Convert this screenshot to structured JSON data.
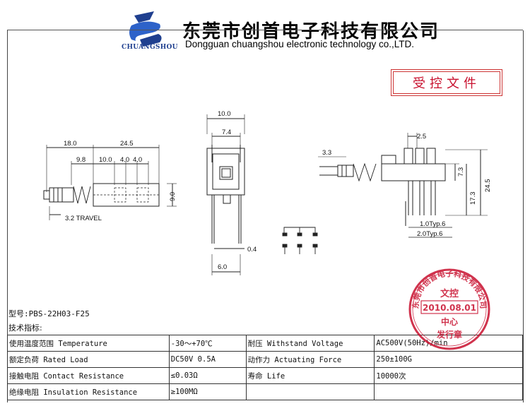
{
  "header": {
    "logo_text": "CHUANGSHOU",
    "company_cn": "东莞市创首电子科技有限公司",
    "company_en": "Dongguan chuangshou electronic technology co.,LTD."
  },
  "controlled_label": "受控文件",
  "dimensions": {
    "left": [
      "18.0",
      "24.5",
      "9.8",
      "10.0",
      "4.0",
      "4.0",
      "9.0",
      "3.2 TRAVEL"
    ],
    "center": [
      "10.0",
      "7.4",
      "0.4",
      "6.0"
    ],
    "right": [
      "2.5",
      "3.3",
      "7.3",
      "24.5",
      "17.3",
      "1.0Typ.6",
      "2.0Typ.6"
    ]
  },
  "model": "型号:PBS-22H03-F25",
  "specs_title": "技术指标:",
  "specs": [
    {
      "label1": "使用温度范围 Temperature",
      "value1": "-30～+70℃",
      "label2": "耐压 Withstand Voltage",
      "value2": "AC500V(50Hz)/min"
    },
    {
      "label1": "额定负荷 Rated Load",
      "value1": "DC50V 0.5A",
      "label2": "动作力 Actuating Force",
      "value2": "250±100G"
    },
    {
      "label1": "接触电阻 Contact Resistance",
      "value1": "≤0.03Ω",
      "label2": "寿命 Life",
      "value2": "10000次"
    },
    {
      "label1": "绝缘电阻 Insulation Resistance",
      "value1": "≥100MΩ",
      "label2": "",
      "value2": ""
    }
  ],
  "stamp": {
    "ring_text": "东莞市创首电子科技有限公司",
    "top": "文控",
    "date": "2010.08.01",
    "middle": "中心",
    "bottom": "发行章"
  },
  "colors": {
    "brand_blue": "#1f3f8f",
    "stamp_red": "#c8102e",
    "line": "#222222"
  }
}
